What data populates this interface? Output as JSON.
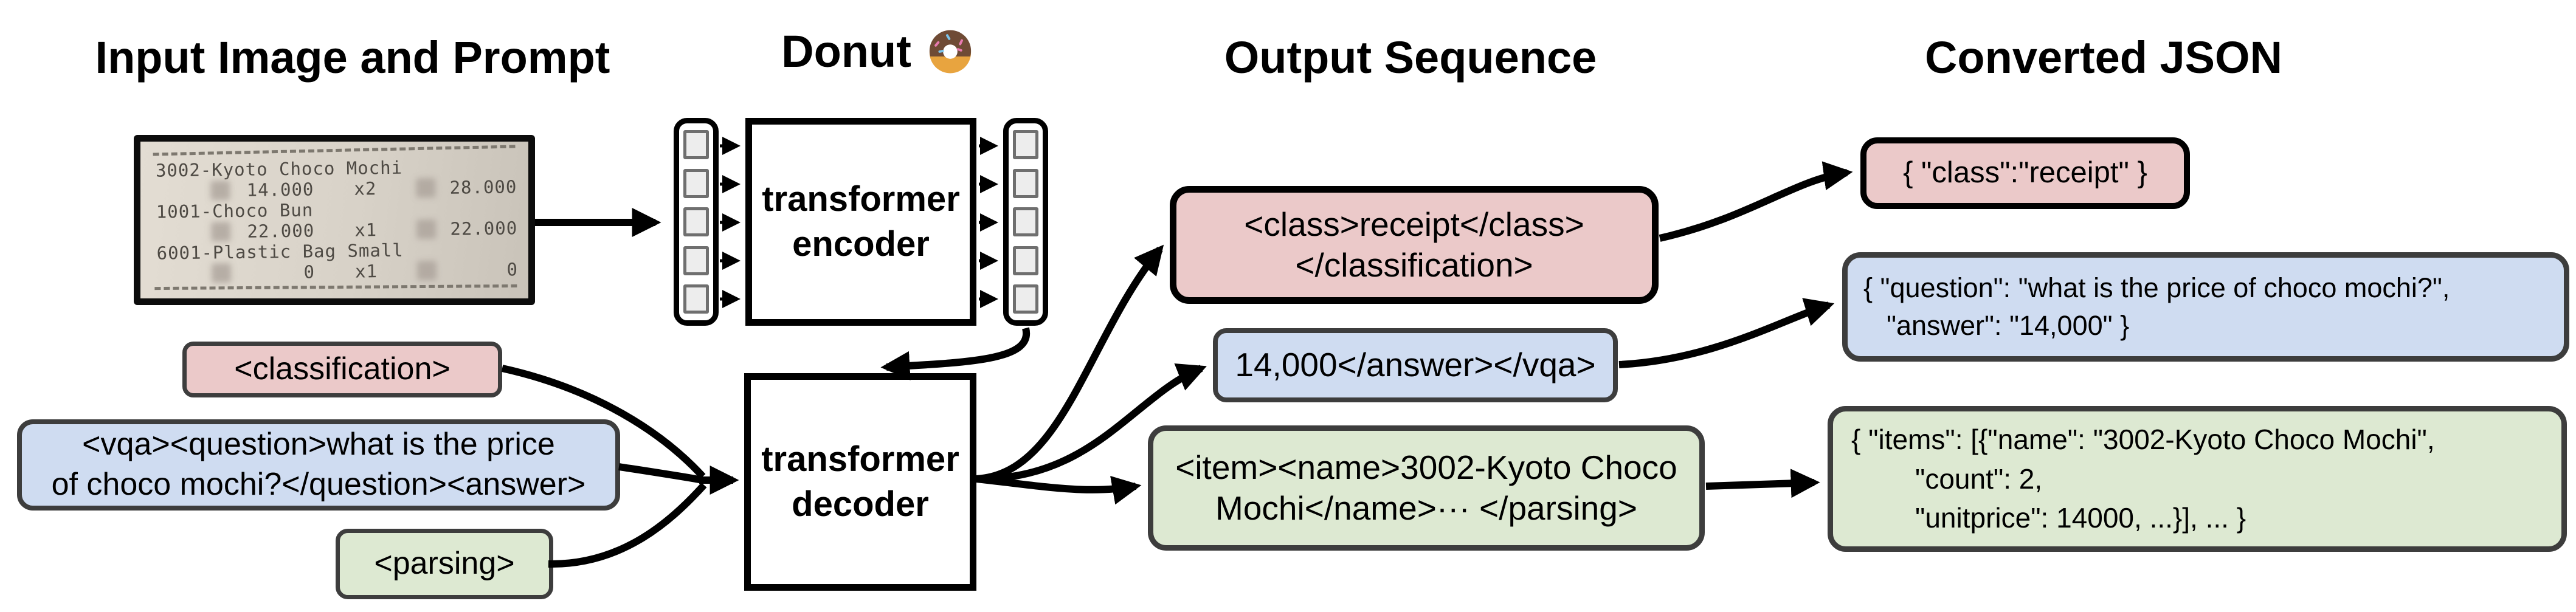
{
  "headers": {
    "input_image": "Input Image and Prompt",
    "model": "Donut",
    "output_sequence": "Output Sequence",
    "converted_json": "Converted JSON"
  },
  "receipt": {
    "items": [
      {
        "name": "3002-Kyoto Choco Mochi",
        "unit_price": "14.000",
        "quantity": "x2",
        "total": "28.000"
      },
      {
        "name": "1001-Choco Bun",
        "unit_price": "22.000",
        "quantity": "x1",
        "total": "22.000"
      },
      {
        "name": "6001-Plastic Bag Small",
        "unit_price": "0",
        "quantity": "x1",
        "total": "0"
      }
    ]
  },
  "model": {
    "encoder_line1": "transformer",
    "encoder_line2": "encoder",
    "decoder_line1": "transformer",
    "decoder_line2": "decoder"
  },
  "prompts": {
    "classification": {
      "text": "<classification>"
    },
    "vqa": {
      "line1": "<vqa><question>what is the price",
      "line2": "of choco mochi?</question><answer>"
    },
    "parsing": {
      "text": "<parsing>"
    }
  },
  "outputs": {
    "classification": {
      "line1": "<class>receipt</class>",
      "line2": "</classification>"
    },
    "vqa": {
      "text": "14,000</answer></vqa>"
    },
    "parsing": {
      "line1": "<item><name>3002-Kyoto Choco",
      "line2": "Mochi</name>··· </parsing>"
    }
  },
  "json_outputs": {
    "classification": {
      "text": "{ \"class\":\"receipt\" }"
    },
    "vqa": {
      "line1": "{ \"question\": \"what is the price of choco mochi?\",",
      "line2": "\"answer\": \"14,000\" }"
    },
    "parsing": {
      "line1": "{ \"items\": [{\"name\": \"3002-Kyoto Choco Mochi\",",
      "line2": "\"count\": 2,",
      "line3": "\"unitprice\": 14000, ...}], ... }"
    }
  },
  "colors": {
    "classification_fill": "#ebc9c9",
    "vqa_fill": "#cfdcf1",
    "parsing_fill": "#dde9d2",
    "border_gray": "#3d3d3d"
  }
}
